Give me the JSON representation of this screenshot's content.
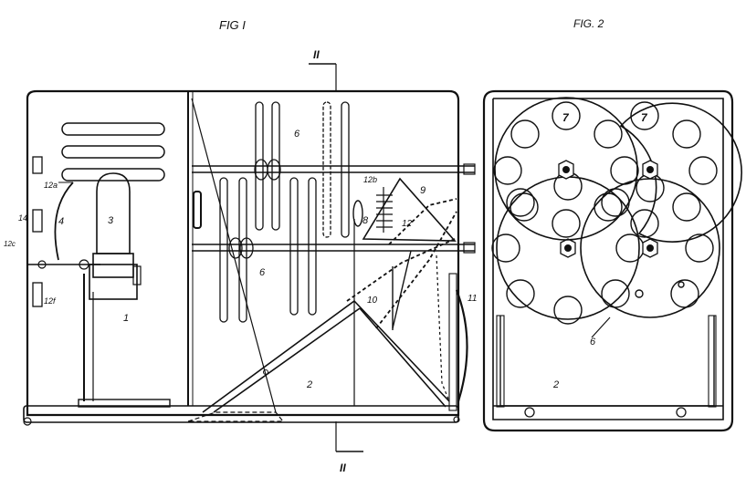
{
  "figures": {
    "fig1_title": "FIG I",
    "fig2_title": "FIG. 2",
    "section_mark": "II"
  },
  "fig1_labels": {
    "cabinet": "1",
    "base_compartment": "2",
    "lamp": "3",
    "reflector": "4",
    "slides": "6",
    "lens": "8",
    "mirror": "9",
    "mirror_part": "10",
    "door_hinge": "11",
    "prism": "12",
    "prism_top": "12b",
    "bracket_a": "12a",
    "bracket_f": "12f",
    "bracket_left": "12c",
    "bracket_14": "14"
  },
  "fig2_labels": {
    "disc_upper_left": "7",
    "disc_upper_right": "7",
    "disc_lower": "6",
    "base_compartment": "2"
  },
  "colors": {
    "ink": "#111111",
    "paper": "#ffffff"
  }
}
